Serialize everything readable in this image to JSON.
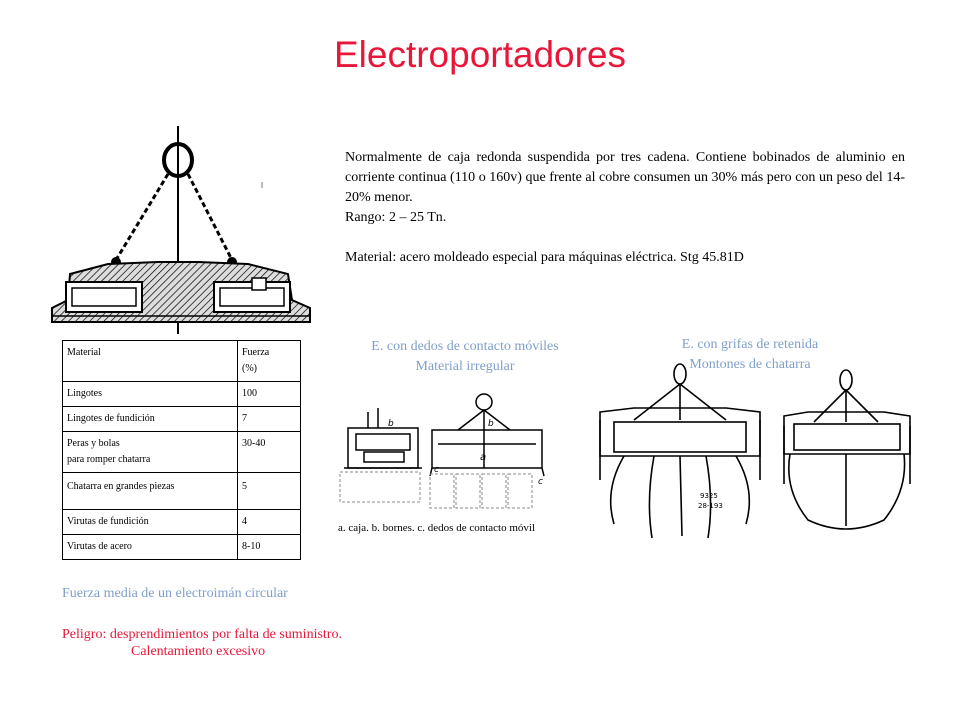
{
  "title": "Electroportadores",
  "description": {
    "paragraph": "Normalmente de caja redonda suspendida por tres cadena. Contiene bobinados de aluminio en corriente continua (110 o 160v) que frente al cobre consumen un 30% más pero con un peso  del 14-20% menor.",
    "range": "Rango: 2 – 25 Tn.",
    "material": "Material: acero moldeado especial para máquinas eléctrica. Stg 45.81D"
  },
  "caption_fingers": {
    "line1": "E. con dedos de contacto móviles",
    "line2": "Material irregular"
  },
  "caption_claws": {
    "line1": "E. con grifas de retenida",
    "line2": "Montones de chatarra"
  },
  "fingers_legend": "a. caja. b. bornes. c. dedos de contacto móvil",
  "drawing_marks": {
    "a": "a",
    "b": "b",
    "c": "c",
    "c2": "c",
    "plate_1": "9325",
    "plate_2": "28-193"
  },
  "table": {
    "header": {
      "material": "Material",
      "force_line1": "Fuerza",
      "force_line2": "(%)"
    },
    "rows": [
      {
        "material": "Lingotes",
        "material2": "",
        "force": "100"
      },
      {
        "material": "Lingotes de fundición",
        "material2": "",
        "force": "7"
      },
      {
        "material": "Peras y bolas",
        "material2": "para romper chatarra",
        "force": "30-40"
      },
      {
        "material": "Chatarra en grandes piezas",
        "material2": "",
        "force": "5"
      },
      {
        "material": "Virutas de fundición",
        "material2": "",
        "force": "4"
      },
      {
        "material": "Virutas de acero",
        "material2": "",
        "force": "8-10"
      }
    ]
  },
  "table_caption": "Fuerza media de un electroimán circular",
  "danger": {
    "line1": "Peligro:  desprendimientos por falta de suministro.",
    "line2": "Calentamiento excesivo"
  }
}
